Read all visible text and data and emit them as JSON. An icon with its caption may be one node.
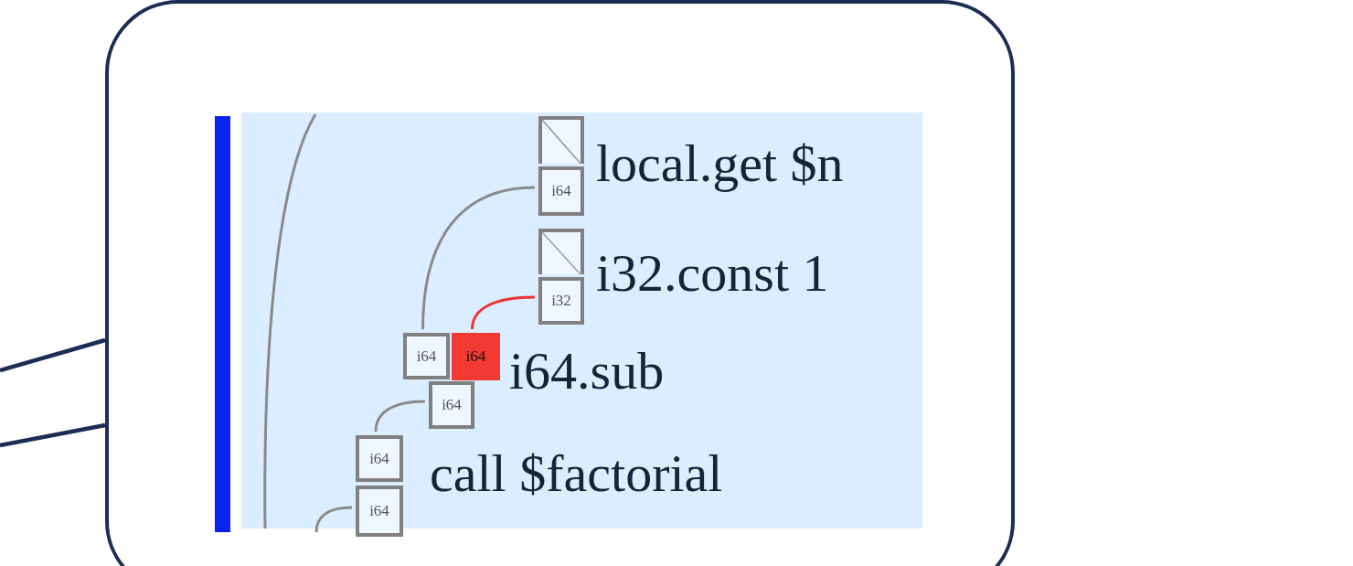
{
  "diagram": {
    "nodes": [
      {
        "text": [],
        "shape": "box"
      },
      {
        "text": [],
        "shape": "bar",
        "in": 0
      },
      {
        "text": [],
        "shape": "box",
        "in": 0
      },
      {
        "text": [
          "i64"
        ],
        "in": 0
      },
      {
        "text": [],
        "shape": "box",
        "in": 0
      },
      {
        "text": [
          "i32"
        ],
        "in": 0
      },
      {
        "text": [
          "i64"
        ],
        "in": 0
      },
      {
        "text": [
          "i64"
        ],
        "in": 0
      },
      {
        "text": [
          "i64"
        ],
        "in": 0
      },
      {
        "text": [
          "i64"
        ],
        "in": 0
      },
      {
        "text": [
          "i64"
        ],
        "in": 0
      }
    ],
    "edges": [
      {
        "from": 3,
        "to": 6,
        "arrow": "none"
      },
      {
        "from": 5,
        "to": 7,
        "arrow": "none",
        "color": "#ee3333"
      },
      {
        "from": 8,
        "to": 9,
        "arrow": "none"
      },
      {
        "from": 10,
        "to": null,
        "arrow": "none"
      },
      {
        "from": null,
        "to": 0,
        "arrow": "none",
        "color": "#1b2d55"
      },
      {
        "from": null,
        "to": 0,
        "arrow": "none",
        "color": "#1b2d55"
      }
    ],
    "labels": [
      "local.get $n",
      "i32.const 1",
      "i64.sub",
      "call $factorial"
    ]
  }
}
